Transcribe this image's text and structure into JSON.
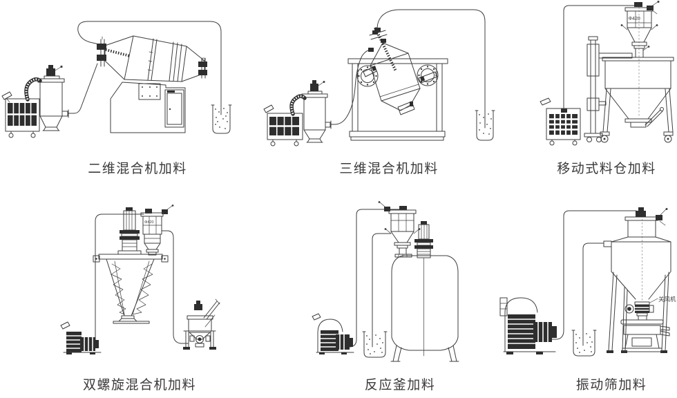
{
  "page": {
    "background": "#ffffff",
    "line_color": "#3d3d3d",
    "dark_fill": "#2e2e2e",
    "caption_color": "#3a3a3a"
  },
  "diagrams": [
    {
      "id": "mixer-2d",
      "caption": "二维混合机加料"
    },
    {
      "id": "mixer-3d",
      "caption": "三维混合机加料"
    },
    {
      "id": "mobile-silo",
      "caption": "移动式料仓加料",
      "annotation": "Φ420"
    },
    {
      "id": "double-screw",
      "caption": "双螺旋混合机加料",
      "annotation": "Φ420"
    },
    {
      "id": "reaction-kettle",
      "caption": "反应釜加料"
    },
    {
      "id": "vibrating-screen",
      "caption": "振动筛加料",
      "annotation": "关风机"
    }
  ]
}
